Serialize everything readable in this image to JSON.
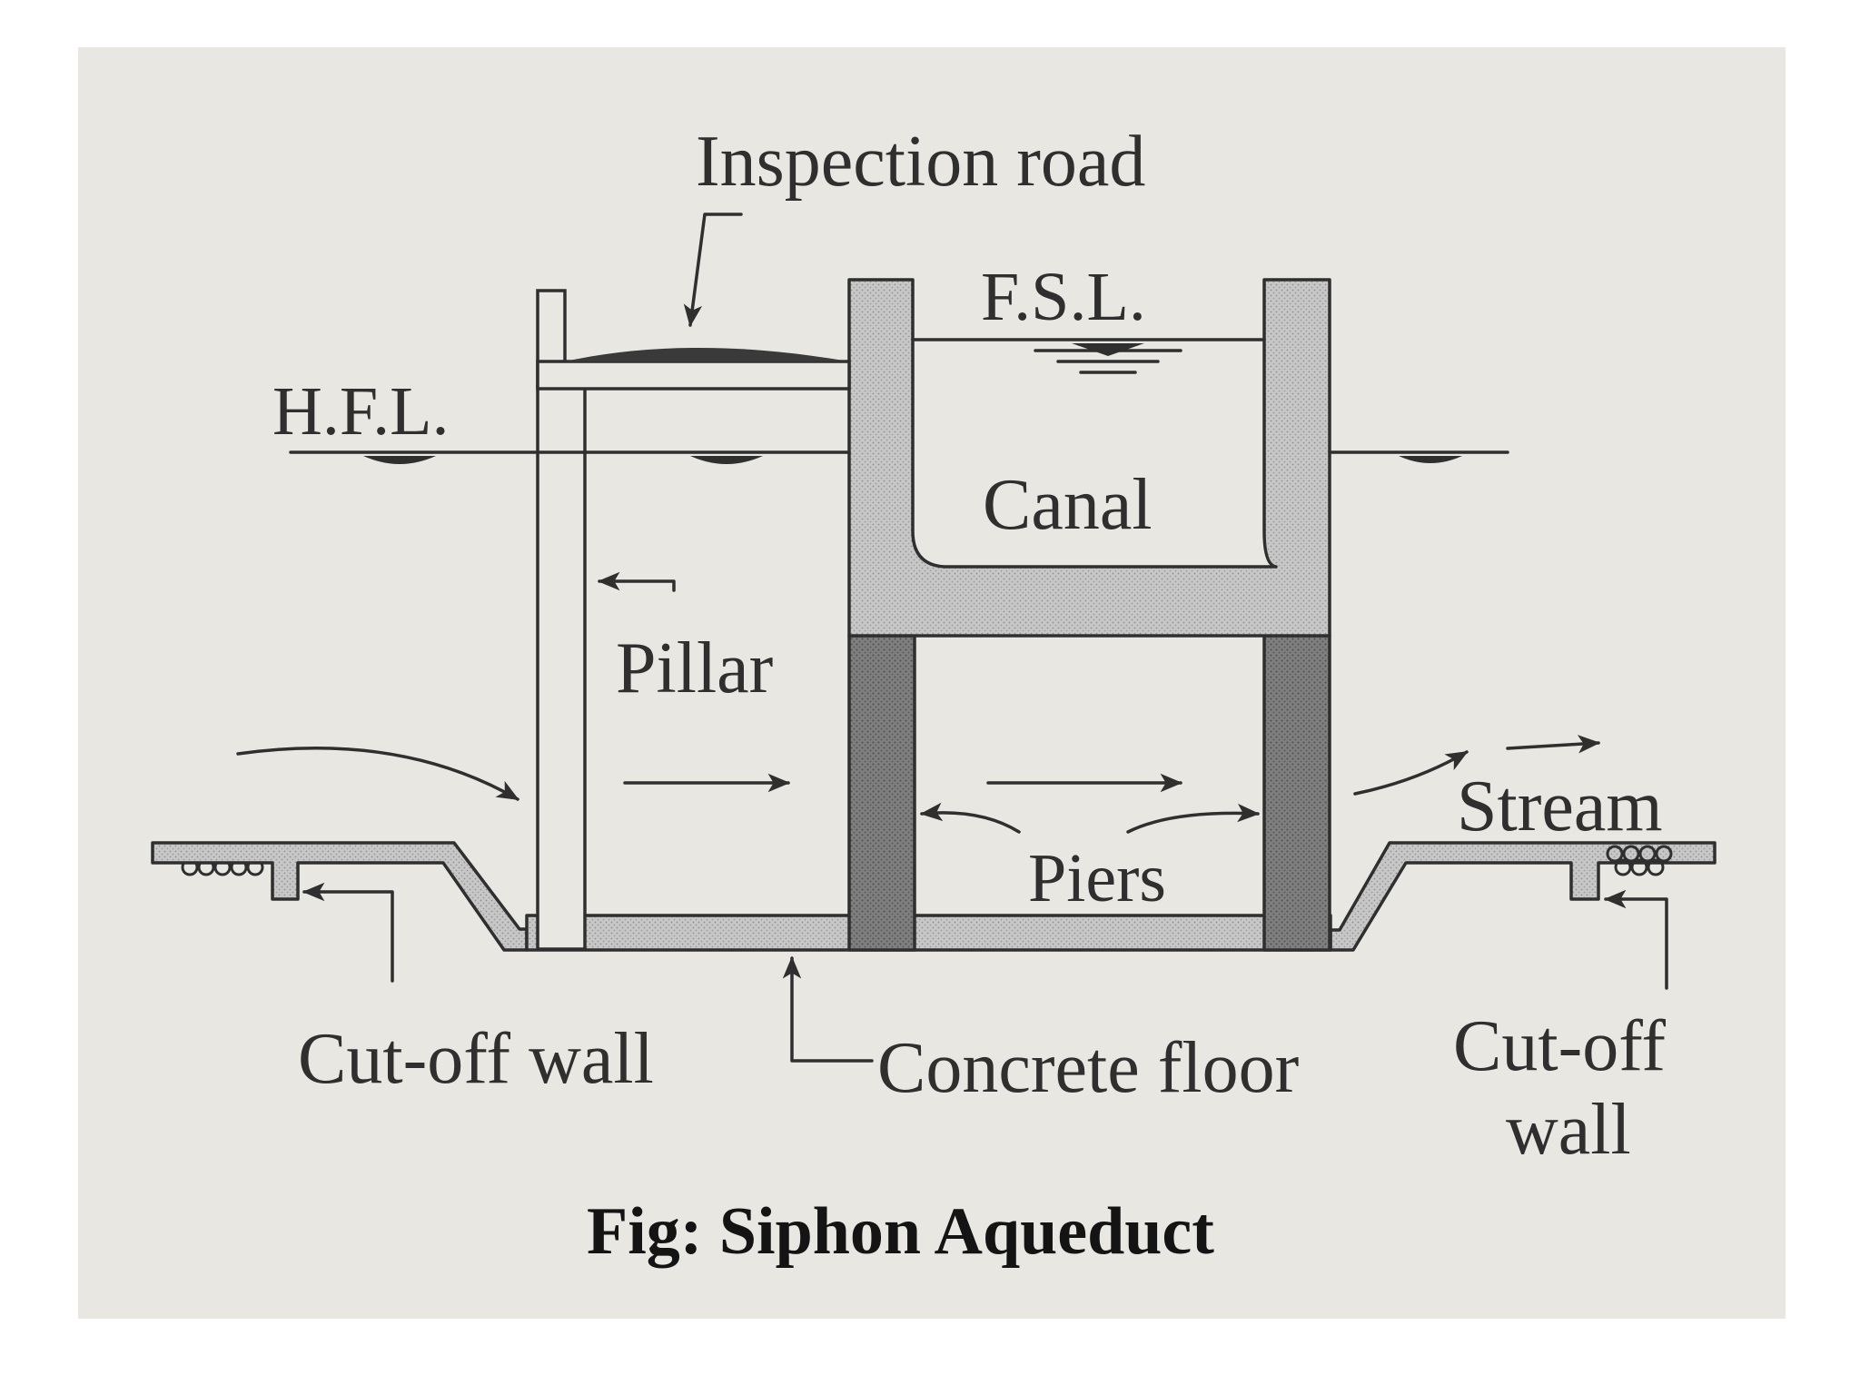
{
  "figure": {
    "caption": "Fig: Siphon Aqueduct",
    "labels": {
      "inspection_road": "Inspection road",
      "fsl": "F.S.L.",
      "hfl": "H.F.L.",
      "canal": "Canal",
      "pillar": "Pillar",
      "stream": "Stream",
      "piers": "Piers",
      "cutoff_wall_left": "Cut-off wall",
      "concrete_floor": "Concrete floor",
      "cutoff_wall_right_line1": "Cut-off",
      "cutoff_wall_right_line2": "wall"
    },
    "colors": {
      "paper": "#e9e7e2",
      "ink": "#2f2f2f",
      "concrete_light": "#c4c4c4",
      "pier_dark": "#7e7e7e",
      "road_surface": "#3a3a3a"
    }
  }
}
